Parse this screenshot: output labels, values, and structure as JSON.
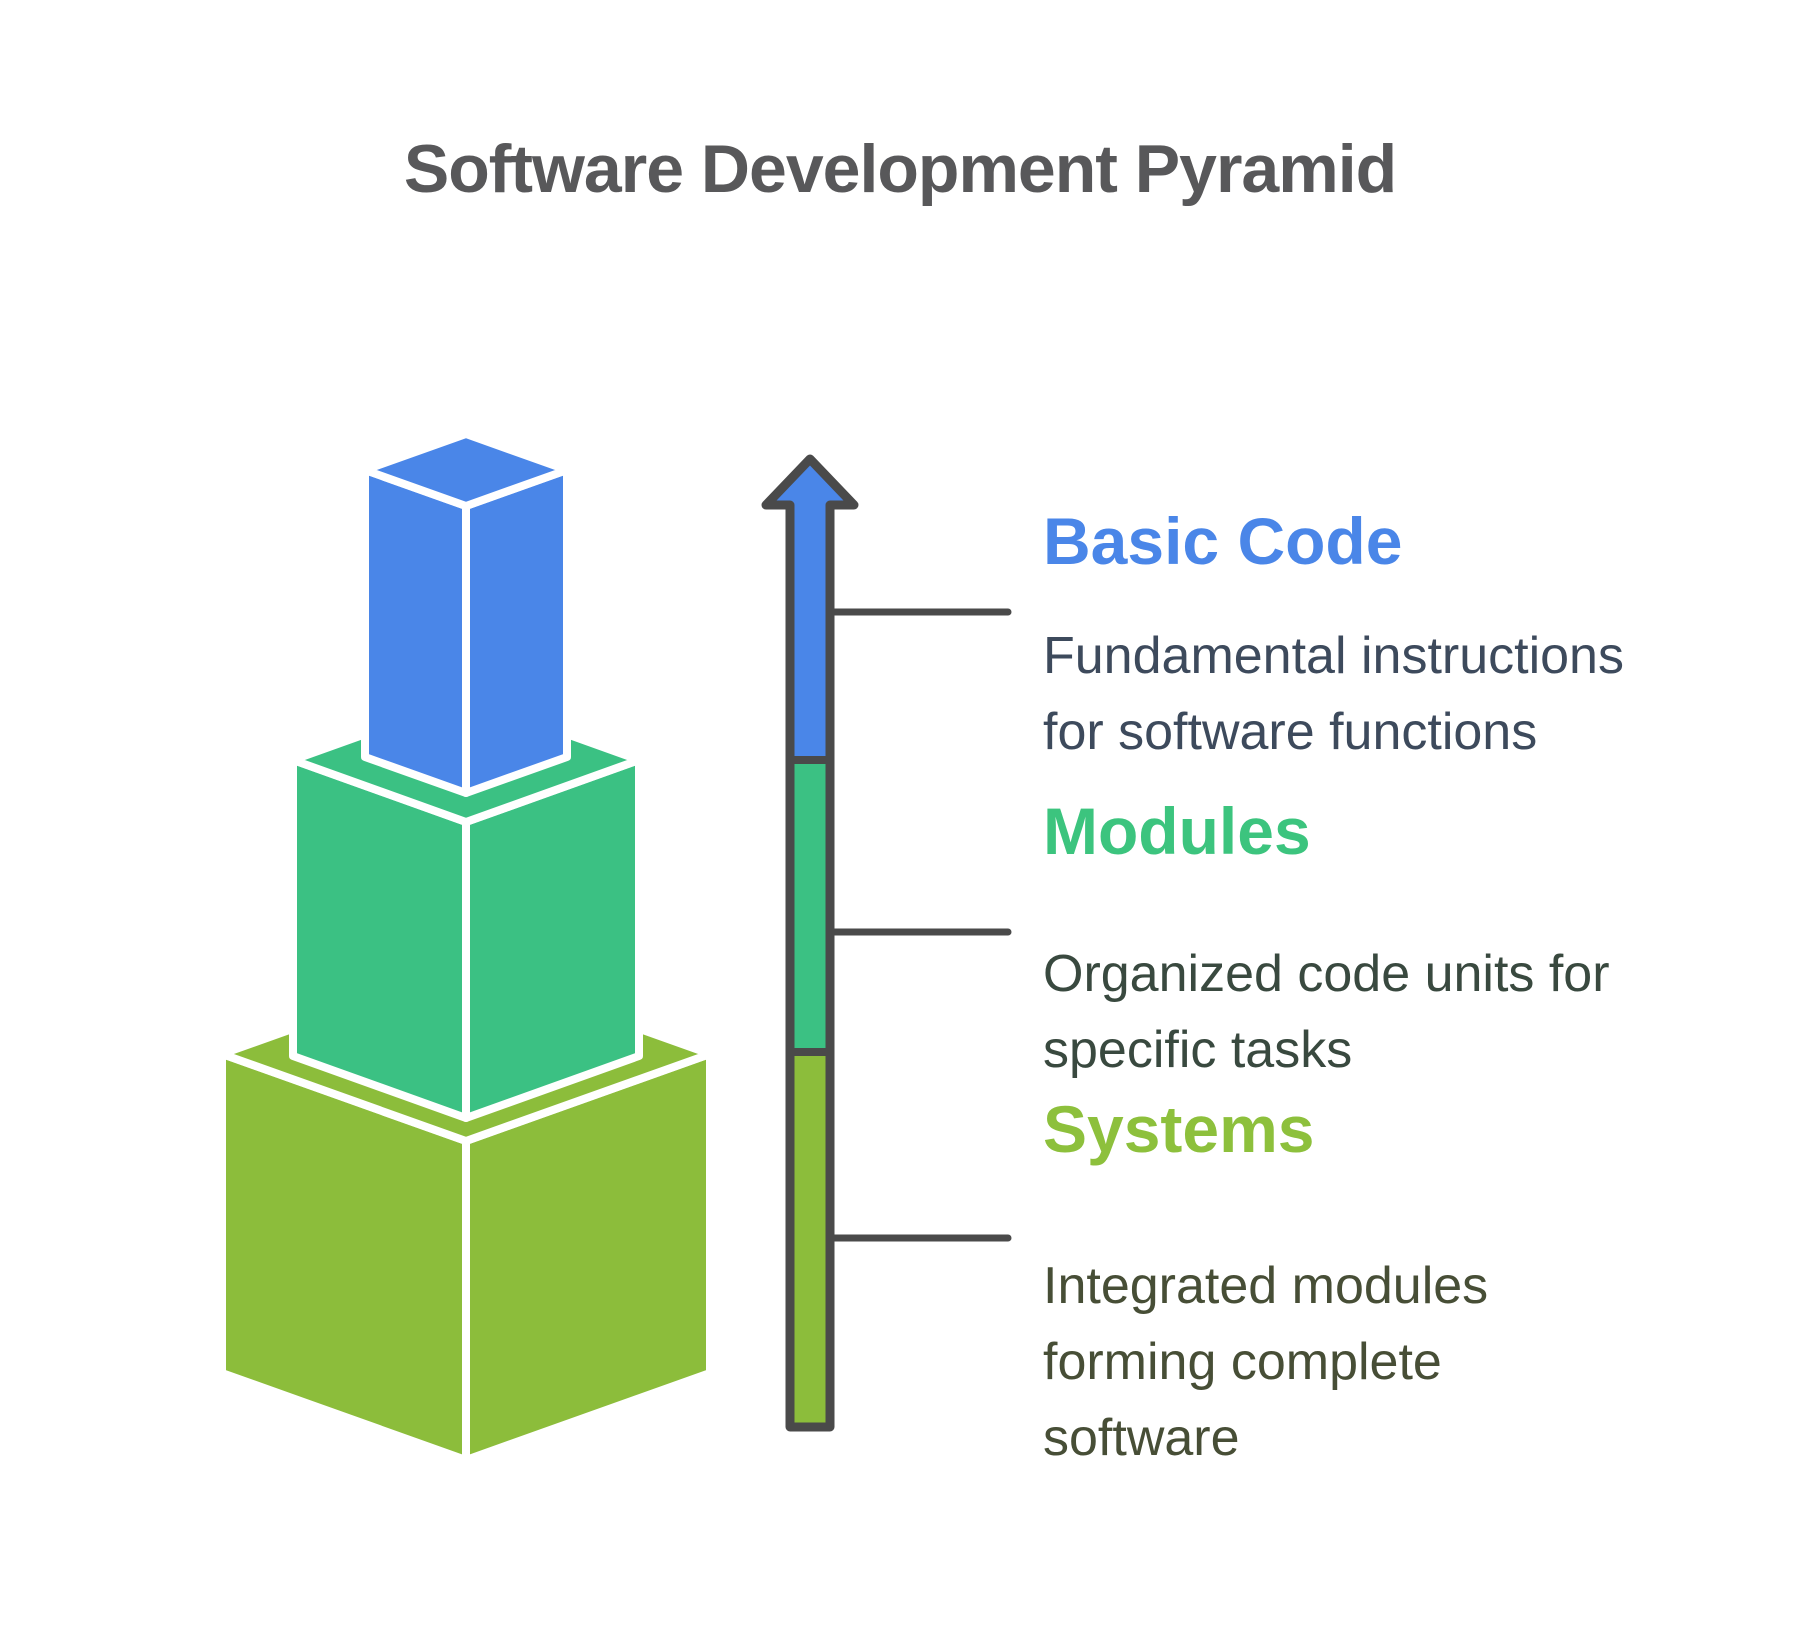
{
  "title": "Software Development Pyramid",
  "colors": {
    "title_text": "#58585a",
    "outline_dark": "#4a4a4a",
    "cube_blue": "#4a86e8",
    "cube_teal": "#3bc183",
    "cube_lime": "#8cbd3b",
    "heading_blue": "#4a86e8",
    "heading_teal": "#3cc47e",
    "heading_lime": "#8dc03c",
    "desc_blue_gray": "#3d4a5c",
    "desc_green_gray": "#39493f",
    "desc_olive_gray": "#474e36",
    "white_edge": "#ffffff"
  },
  "icons": {
    "up_arrow": "up-arrow-icon"
  },
  "sections": [
    {
      "label": "Basic Code",
      "description_lines": [
        "Fundamental instructions",
        "for software functions"
      ]
    },
    {
      "label": "Modules",
      "description_lines": [
        "Organized code units for",
        "specific tasks"
      ]
    },
    {
      "label": "Systems",
      "description_lines": [
        "Integrated modules",
        "forming complete",
        "software"
      ]
    }
  ]
}
